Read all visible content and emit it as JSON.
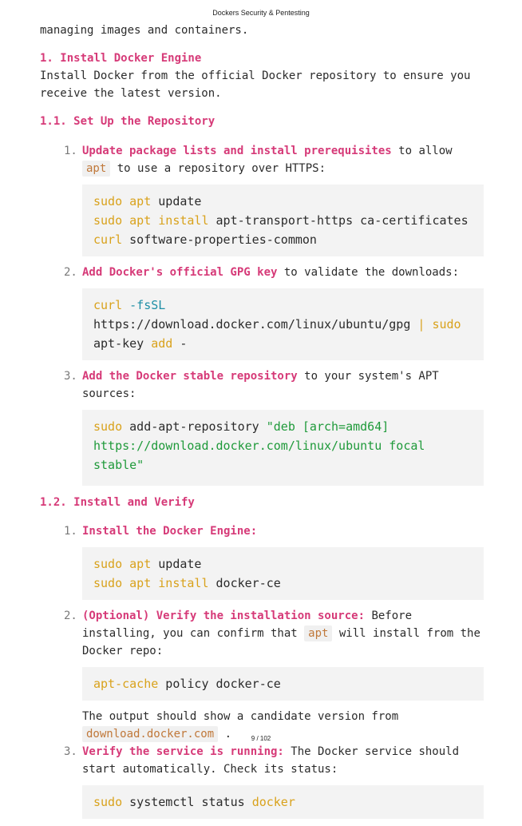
{
  "header": "Dockers Security & Pentesting",
  "footer": "9 / 102",
  "intro_tail": "managing images and containers.",
  "section1": {
    "title": "1. Install Docker Engine",
    "desc": "Install Docker from the official Docker repository to ensure you receive the latest version."
  },
  "section11": {
    "title": "1.1. Set Up the Repository",
    "steps": [
      {
        "num": "1.",
        "bold": "Update package lists and install prerequisites",
        "text_a": " to allow ",
        "code": "apt",
        "text_b": " to use a repository over HTTPS:",
        "block": [
          [
            "sudo",
            " ",
            "apt",
            " ",
            "update"
          ],
          [
            "sudo",
            " ",
            "apt",
            " ",
            "install",
            " apt-transport-https ca-certificates ",
            "curl",
            " software-properties-common"
          ]
        ]
      },
      {
        "num": "2.",
        "bold": "Add Docker's official GPG key",
        "text": " to validate the downloads:",
        "block": [
          "curl",
          " ",
          "-fsSL",
          " https://download.docker.com/linux/ubuntu/gpg ",
          "|",
          " ",
          "sudo",
          " apt-key ",
          "add",
          " -"
        ]
      },
      {
        "num": "3.",
        "bold": "Add the Docker stable repository",
        "text": " to your system's APT sources:",
        "block": [
          "sudo",
          " add-apt-repository ",
          "\"deb [arch=amd64] https://download.docker.com/linux/ubuntu focal stable\""
        ]
      }
    ]
  },
  "section12": {
    "title": "1.2. Install and Verify",
    "steps": [
      {
        "num": "1.",
        "bold": "Install the Docker Engine:",
        "block": [
          [
            "sudo",
            " ",
            "apt",
            " update"
          ],
          [
            "sudo",
            " ",
            "apt",
            " ",
            "install",
            " docker-ce"
          ]
        ]
      },
      {
        "num": "2.",
        "bold": "(Optional) Verify the installation source:",
        "text_a": " Before installing, you can confirm that ",
        "code": "apt",
        "text_b": " will install from the Docker repo:",
        "block": [
          "apt-cache",
          " policy docker-ce"
        ],
        "after_a": "The output should show a candidate version from ",
        "after_code": "download.docker.com",
        "after_b": " ."
      },
      {
        "num": "3.",
        "bold": "Verify the service is running:",
        "text": " The Docker service should start automatically. Check its status:",
        "block": [
          "sudo",
          " systemctl status ",
          "docker"
        ]
      }
    ]
  }
}
